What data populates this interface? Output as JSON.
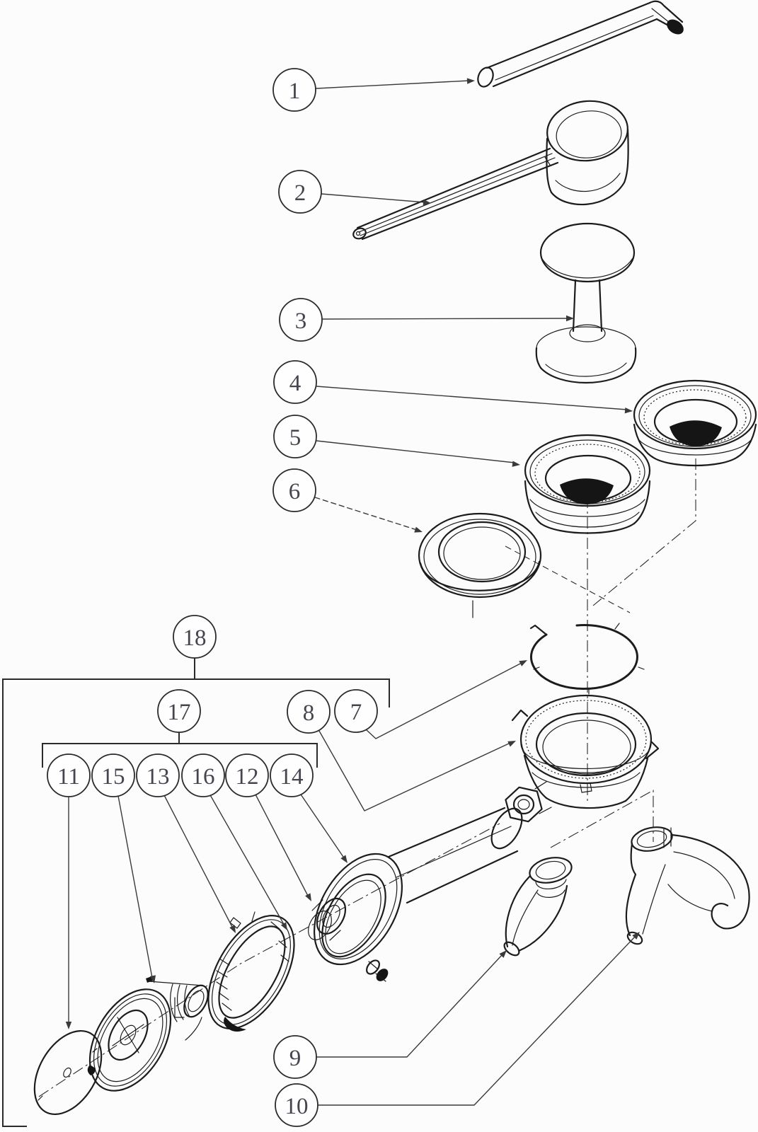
{
  "palette": {
    "background": "#fcfcfc",
    "line": "#1c1c1c",
    "leader": "#3a3a3a",
    "number": "#45454f"
  },
  "callouts": {
    "c1": {
      "label": "1"
    },
    "c2": {
      "label": "2"
    },
    "c3": {
      "label": "3"
    },
    "c4": {
      "label": "4"
    },
    "c5": {
      "label": "5"
    },
    "c6": {
      "label": "6"
    },
    "c7": {
      "label": "7"
    },
    "c8": {
      "label": "8"
    },
    "c9": {
      "label": "9"
    },
    "c10": {
      "label": "10"
    },
    "c11": {
      "label": "11"
    },
    "c12": {
      "label": "12"
    },
    "c13": {
      "label": "13"
    },
    "c14": {
      "label": "14"
    },
    "c15": {
      "label": "15"
    },
    "c16": {
      "label": "16"
    },
    "c17": {
      "label": "17"
    },
    "c18": {
      "label": "18"
    }
  },
  "groups": {
    "group18": {
      "parent": "18",
      "children": [
        "17",
        "8",
        "7"
      ]
    },
    "group17": {
      "parent": "17",
      "children": [
        "11",
        "15",
        "13",
        "16",
        "12",
        "14"
      ]
    }
  }
}
